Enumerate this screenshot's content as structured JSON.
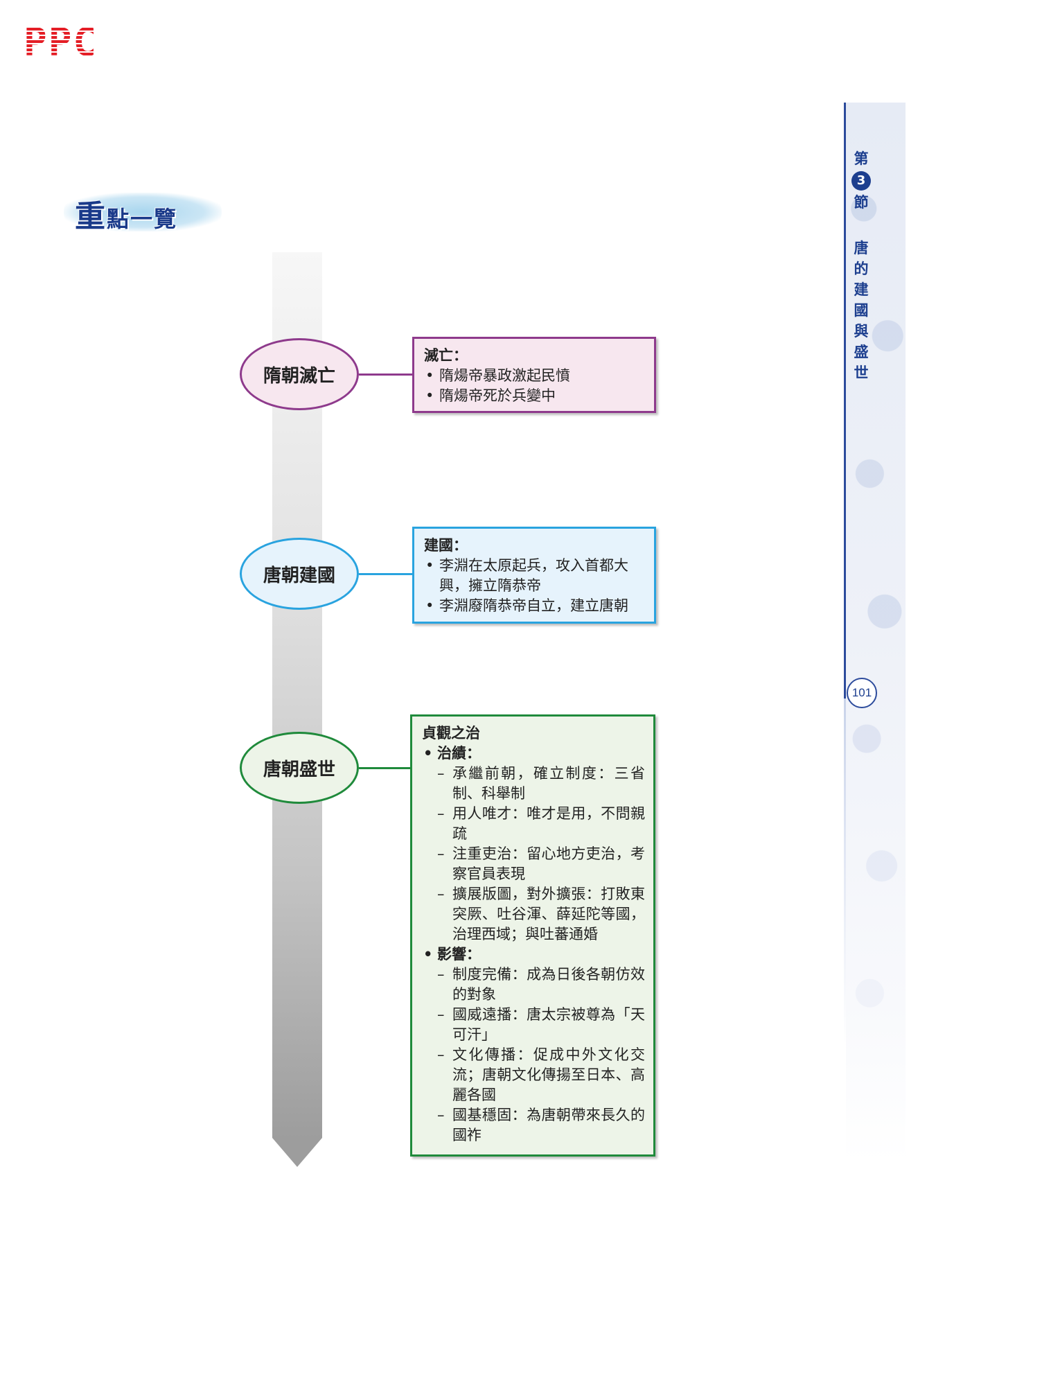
{
  "logo": "PPC",
  "heading": {
    "big": "重",
    "rest": "點一覽"
  },
  "side": {
    "chapter_prefix": "第",
    "chapter_num": "3",
    "chapter_suffix": "節",
    "title_chars": [
      "唐",
      "的",
      "建",
      "國",
      "與",
      "盛",
      "世"
    ],
    "page_number": "101"
  },
  "timeline": {
    "nodes": [
      "隋朝滅亡",
      "唐朝建國",
      "唐朝盛世"
    ]
  },
  "box1": {
    "title": "滅亡：",
    "bullets": [
      "隋煬帝暴政激起民憤",
      "隋煬帝死於兵變中"
    ]
  },
  "box2": {
    "title": "建國：",
    "bullets": [
      "李淵在太原起兵，攻入首都大興，擁立隋恭帝",
      "李淵廢隋恭帝自立，建立唐朝"
    ]
  },
  "box3": {
    "title": "貞觀之治",
    "section1": "治績：",
    "items1": [
      "承繼前朝，確立制度：三省制、科舉制",
      "用人唯才：唯才是用，不問親疏",
      "注重吏治：留心地方吏治，考察官員表現",
      "擴展版圖，對外擴張：打敗東突厥、吐谷渾、薛延陀等國，治理西域；與吐蕃通婚"
    ],
    "section2": "影響：",
    "items2": [
      "制度完備：成為日後各朝仿效的對象",
      "國威遠播：唐太宗被尊為「天可汗」",
      "文化傳播：促成中外文化交流；唐朝文化傳揚至日本、高麗各國",
      "國基穩固：為唐朝帶來長久的國祚"
    ]
  },
  "colors": {
    "purple": "#8e3a8c",
    "blue": "#29a3df",
    "green": "#1f8a3b",
    "navy": "#1d3f8f",
    "logo_red": "#e41e26"
  }
}
